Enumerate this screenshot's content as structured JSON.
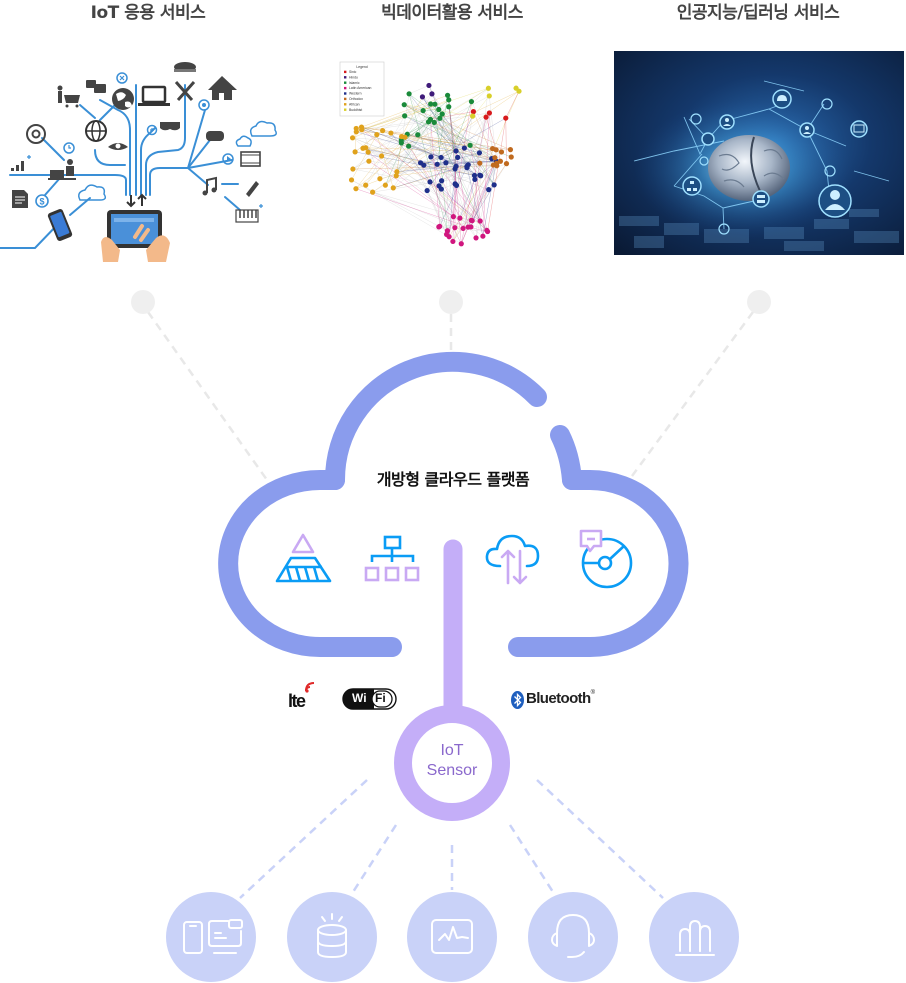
{
  "services": [
    {
      "title": "IoT 응용 서비스",
      "image": "iot-application-illustration",
      "icon_semantics": [
        "shopping-cart-icon",
        "chat-bubbles-icon",
        "globe-icon",
        "laptop-icon",
        "food-icon",
        "home-icon",
        "email-at-icon",
        "clock-icon",
        "signal-bars-icon",
        "office-worker-icon",
        "document-icon",
        "dollar-icon",
        "eye-icon",
        "vr-headset-icon",
        "gamepad-icon",
        "cloud-icon",
        "video-film-icon",
        "music-note-icon",
        "pencil-icon",
        "piano-keyboard-icon",
        "smartphone-icon",
        "tablet-hands-icon"
      ]
    },
    {
      "title": "빅데이터활용 서비스",
      "image": "network-graph-illustration",
      "legend": {
        "title": "Legend",
        "entries": [
          {
            "label": "Sinic",
            "color": "#d7191c"
          },
          {
            "label": "Hindu",
            "color": "#3f1b7a"
          },
          {
            "label": "Islamic",
            "color": "#1a8a3a"
          },
          {
            "label": "Latin American",
            "color": "#d0167e"
          },
          {
            "label": "Western",
            "color": "#1f2f8a"
          },
          {
            "label": "Orthodox",
            "color": "#c06a1f"
          },
          {
            "label": "African",
            "color": "#e0a21c"
          },
          {
            "label": "Buddhist",
            "color": "#d8cf2a"
          }
        ]
      }
    },
    {
      "title": "인공지능/딥러닝 서비스",
      "image": "ai-brain-network-illustration",
      "icon_semantics": [
        "cloud-icon",
        "user-icon",
        "presentation-icon",
        "network-icon",
        "hierarchy-icon",
        "server-icon",
        "person-icon"
      ]
    }
  ],
  "platform": {
    "title": "개방형 클라우드 플랫폼",
    "icons": [
      {
        "name": "pyramid-data-icon"
      },
      {
        "name": "hierarchy-org-chart-icon"
      },
      {
        "name": "cloud-sync-icon"
      },
      {
        "name": "analytics-chart-comment-icon"
      }
    ]
  },
  "communications": {
    "lte": "lte",
    "wifi_left": "Wi",
    "wifi_right": "Fi",
    "bluetooth": "Bluetooth",
    "bluetooth_mark": "®"
  },
  "sensor": {
    "line1": "IoT",
    "line2": "Sensor"
  },
  "devices": [
    {
      "name": "mobile-desktop-devices-icon"
    },
    {
      "name": "database-icon"
    },
    {
      "name": "monitor-pulse-icon"
    },
    {
      "name": "headset-support-icon"
    },
    {
      "name": "bar-stats-icon"
    }
  ],
  "colors": {
    "title_text": "#444444",
    "cloud_stroke": "#8a9ced",
    "sensor_purple": "#c4aef8",
    "sensor_text": "#8a68cc",
    "device_circle": "#c9d2f8",
    "dot_gray": "#efefef",
    "icon_blue": "#0a9cf5",
    "icon_purple": "#c9a9f3"
  }
}
